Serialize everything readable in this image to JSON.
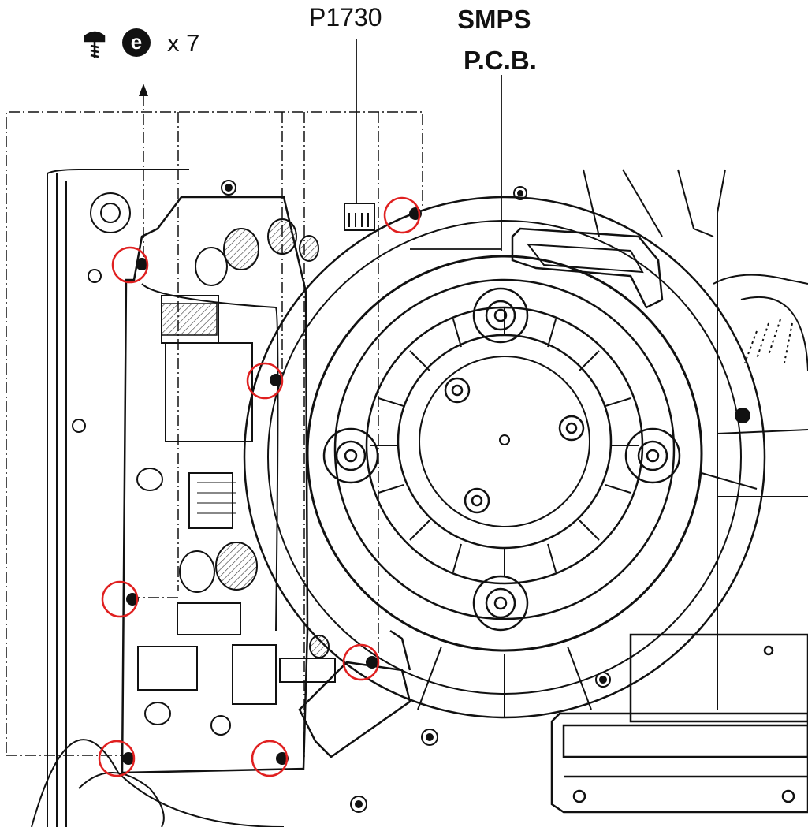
{
  "callouts": {
    "part_connector": "P1730",
    "board_line1": "SMPS",
    "board_line2": "P.C.B.",
    "screw_code": "e",
    "screw_count": "x 7"
  },
  "icons": {
    "screw": "screw-icon",
    "screw_badge": "screw-type-badge-icon"
  },
  "colors": {
    "line": "#111111",
    "highlight_circle": "#e02020",
    "background": "#ffffff"
  }
}
